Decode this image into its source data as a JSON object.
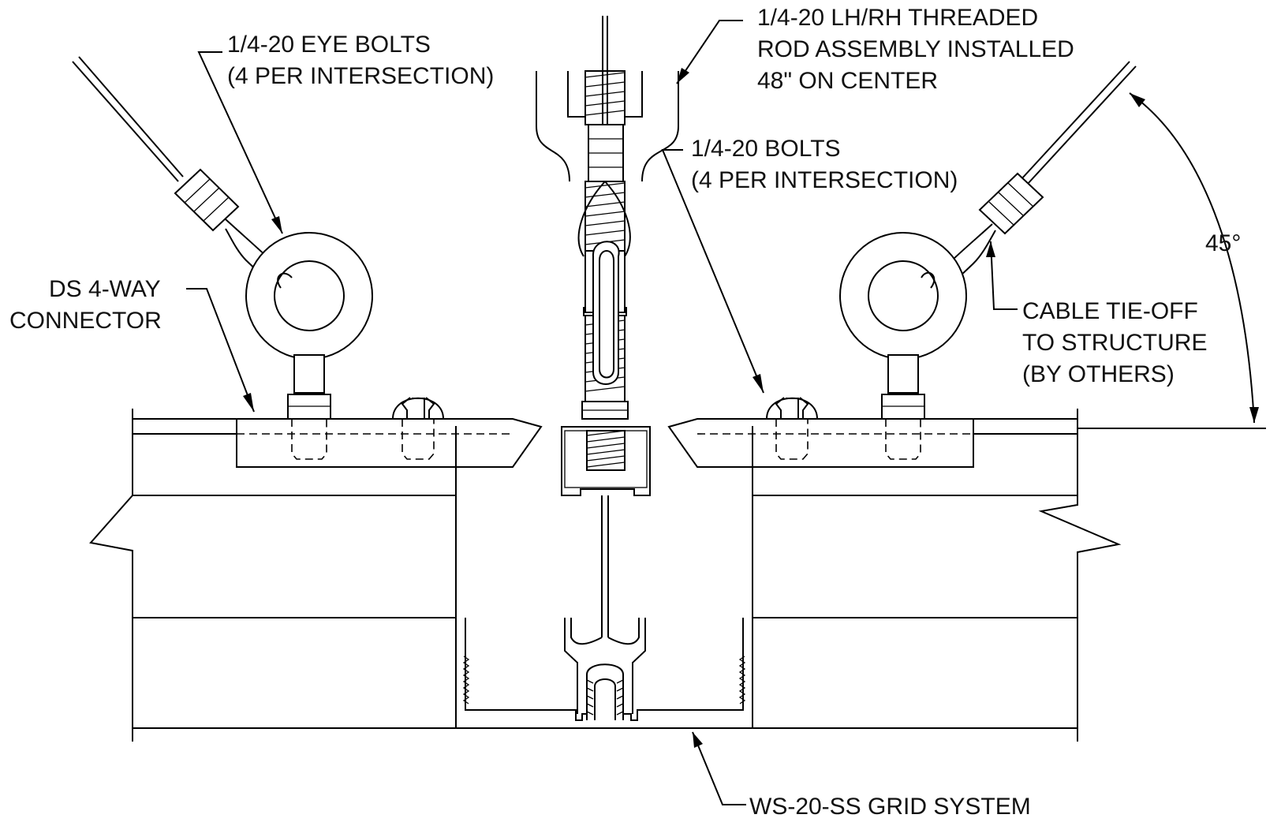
{
  "drawing": {
    "labels": {
      "eye_bolts": [
        "1/4-20 EYE BOLTS",
        "(4 PER INTERSECTION)"
      ],
      "threaded_rod": [
        "1/4-20 LH/RH THREADED",
        "ROD ASSEMBLY INSTALLED",
        "48\" ON CENTER"
      ],
      "bolts": [
        "1/4-20 BOLTS",
        "(4 PER INTERSECTION)"
      ],
      "connector": [
        "DS 4-WAY",
        "CONNECTOR"
      ],
      "cable_tie": [
        "CABLE TIE-OFF",
        "TO STRUCTURE",
        "(BY OTHERS)"
      ],
      "angle": "45°",
      "grid_system": "WS-20-SS GRID SYSTEM"
    }
  }
}
